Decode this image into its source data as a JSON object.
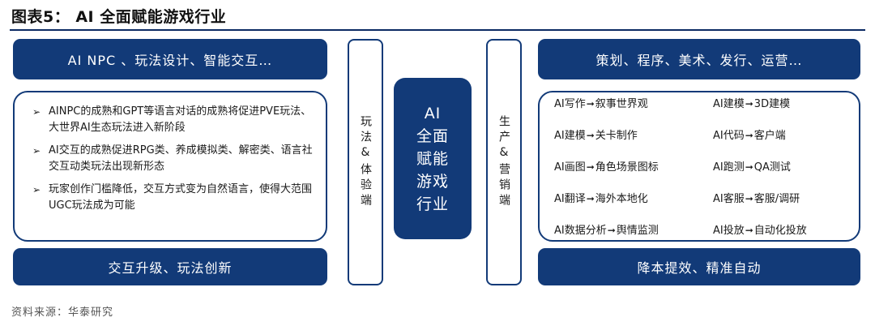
{
  "figure": {
    "title": "图表5： AI 全面赋能游戏行业"
  },
  "left": {
    "top_banner": "AI NPC 、玩法设计、智能交互…",
    "bullets": [
      "AINPC的成熟和GPT等语言对话的成熟将促进PVE玩法、大世界AI生态玩法进入新阶段",
      "AI交互的成熟促进RPG类、养成模拟类、解密类、语言社交互动类玩法出现新形态",
      "玩家创作门槛降低，交互方式变为自然语言，使得大范围UGC玩法成为可能"
    ],
    "bullet_marker": "➢",
    "bottom_banner": "交互升级、玩法创新"
  },
  "vertical_left": "玩法&体验端",
  "center": {
    "lines": [
      "AI",
      "全面",
      "赋能",
      "游戏",
      "行业"
    ]
  },
  "vertical_right": "生产&营销端",
  "right": {
    "top_banner": "策划、程序、美术、发行、运营…",
    "arrow": "➞",
    "items": [
      {
        "from": "AI写作",
        "to": "叙事世界观"
      },
      {
        "from": "AI建模",
        "to": "3D建模"
      },
      {
        "from": "AI建模",
        "to": "关卡制作"
      },
      {
        "from": "AI代码",
        "to": "客户端"
      },
      {
        "from": "AI画图",
        "to": "角色场景图标"
      },
      {
        "from": "AI跑测",
        "to": "QA测试"
      },
      {
        "from": "AI翻译",
        "to": "海外本地化"
      },
      {
        "from": "AI客服",
        "to": "客服/调研"
      },
      {
        "from": "AI数据分析",
        "to": "舆情监测"
      },
      {
        "from": "AI投放",
        "to": "自动化投放"
      }
    ],
    "bottom_banner": "降本提效、精准自动"
  },
  "source": "资料来源：华泰研究",
  "colors": {
    "primary": "#123a78",
    "rule": "#0b2a63"
  }
}
